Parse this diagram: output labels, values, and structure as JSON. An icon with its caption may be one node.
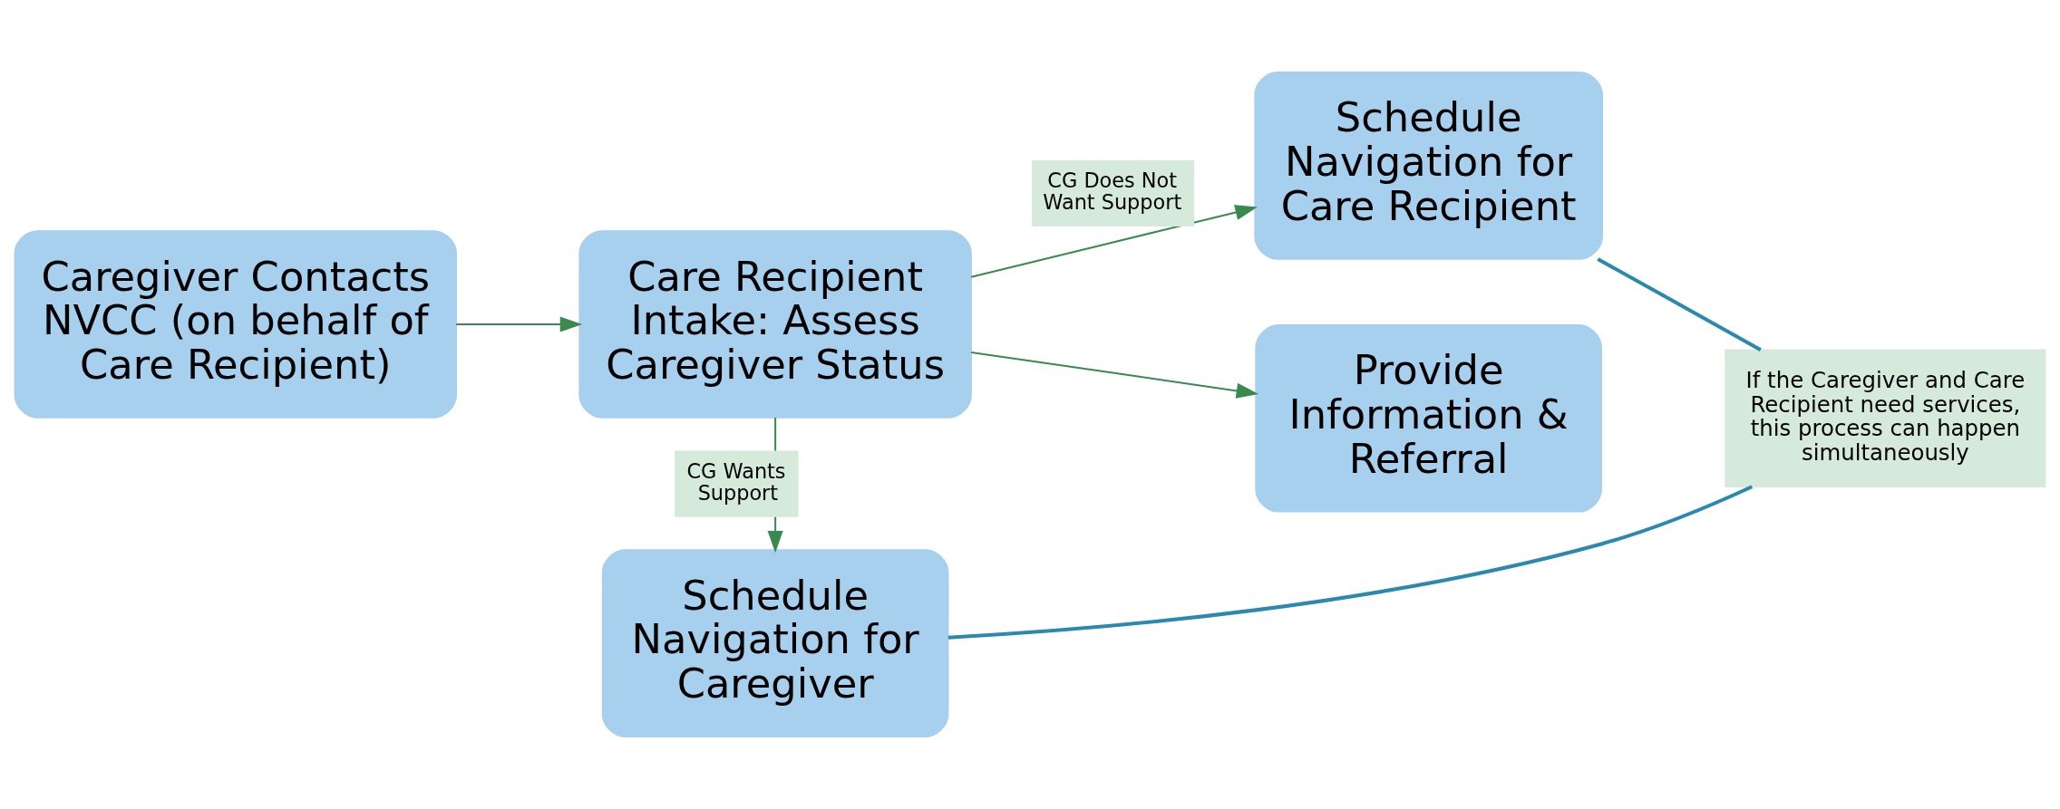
{
  "diagram": {
    "nodes": [
      {
        "text": [
          "Caregiver Contacts NVCC (on behalf of Care Recipient)"
        ]
      },
      {
        "text": [
          "Care Recipient Intake: Assess Caregiver Status"
        ]
      },
      {
        "text": [
          "Schedule Navigation for Care Recipient"
        ]
      },
      {
        "text": [
          "Provide Information & Referral"
        ]
      },
      {
        "text": [
          "Schedule Navigation for Caregiver"
        ]
      },
      {
        "text": [
          "If the Caregiver and Care Recipient need services, this process can happen simultaneously"
        ]
      }
    ],
    "edges": [
      {
        "from": 0,
        "to": 1,
        "arrow": "to"
      },
      {
        "from": 1,
        "to": 2,
        "arrow": "to",
        "label": "CG Does Not Want Support"
      },
      {
        "from": 1,
        "to": 3,
        "arrow": "to"
      },
      {
        "from": 1,
        "to": 4,
        "arrow": "to",
        "label": "CG Wants Support"
      },
      {
        "from": 5,
        "to": 2,
        "arrow": "none",
        "color": "#2b89b0"
      },
      {
        "from": 5,
        "to": 4,
        "arrow": "none",
        "color": "#2b89b0"
      }
    ]
  }
}
